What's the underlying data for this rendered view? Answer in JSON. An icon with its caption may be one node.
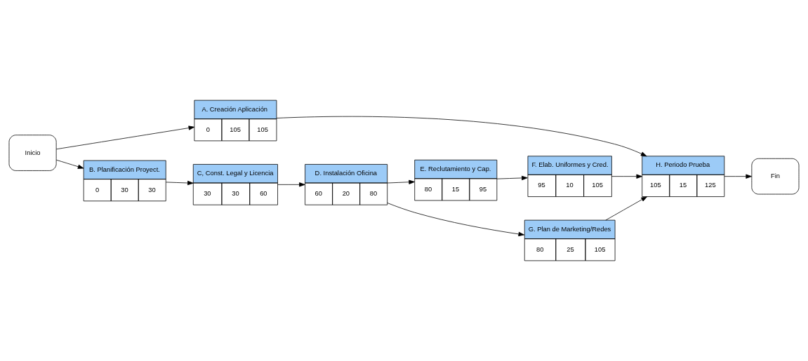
{
  "diagram": {
    "nodes": [
      {
        "text": [
          "Inicio"
        ]
      },
      {
        "text": [
          "A. Creación Aplicación",
          "0",
          "105",
          "105"
        ]
      },
      {
        "text": [
          "B. Planificación Proyect.",
          "0",
          "30",
          "30"
        ]
      },
      {
        "text": [
          "C, Const. Legal y Licencia",
          "30",
          "30",
          "60"
        ]
      },
      {
        "text": [
          "D. Instalación Oficina",
          "60",
          "20",
          "80"
        ]
      },
      {
        "text": [
          "E. Reclutamiento y Cap.",
          "80",
          "15",
          "95"
        ]
      },
      {
        "text": [
          "G. Plan de Marketing/Redes",
          "80",
          "25",
          "105"
        ]
      },
      {
        "text": [
          "F. Elab. Uniformes y Cred.",
          "95",
          "10",
          "105"
        ]
      },
      {
        "text": [
          "H. Periodo Prueba",
          "105",
          "15",
          "125"
        ]
      },
      {
        "text": [
          "Fin"
        ]
      }
    ],
    "edges": [
      {
        "from": 0,
        "to": 1,
        "arrow": "to"
      },
      {
        "from": 0,
        "to": 2,
        "arrow": "to"
      },
      {
        "from": 1,
        "to": 8,
        "arrow": "to"
      },
      {
        "from": 2,
        "to": 3,
        "arrow": "to"
      },
      {
        "from": 3,
        "to": 4,
        "arrow": "to"
      },
      {
        "from": 4,
        "to": 6,
        "arrow": "to"
      },
      {
        "from": 4,
        "to": 5,
        "arrow": "to"
      },
      {
        "from": 5,
        "to": 7,
        "arrow": "to"
      },
      {
        "from": 6,
        "to": 8,
        "arrow": "to"
      },
      {
        "from": 7,
        "to": 8,
        "arrow": "to"
      },
      {
        "from": 8,
        "to": 9,
        "arrow": "to"
      }
    ]
  }
}
